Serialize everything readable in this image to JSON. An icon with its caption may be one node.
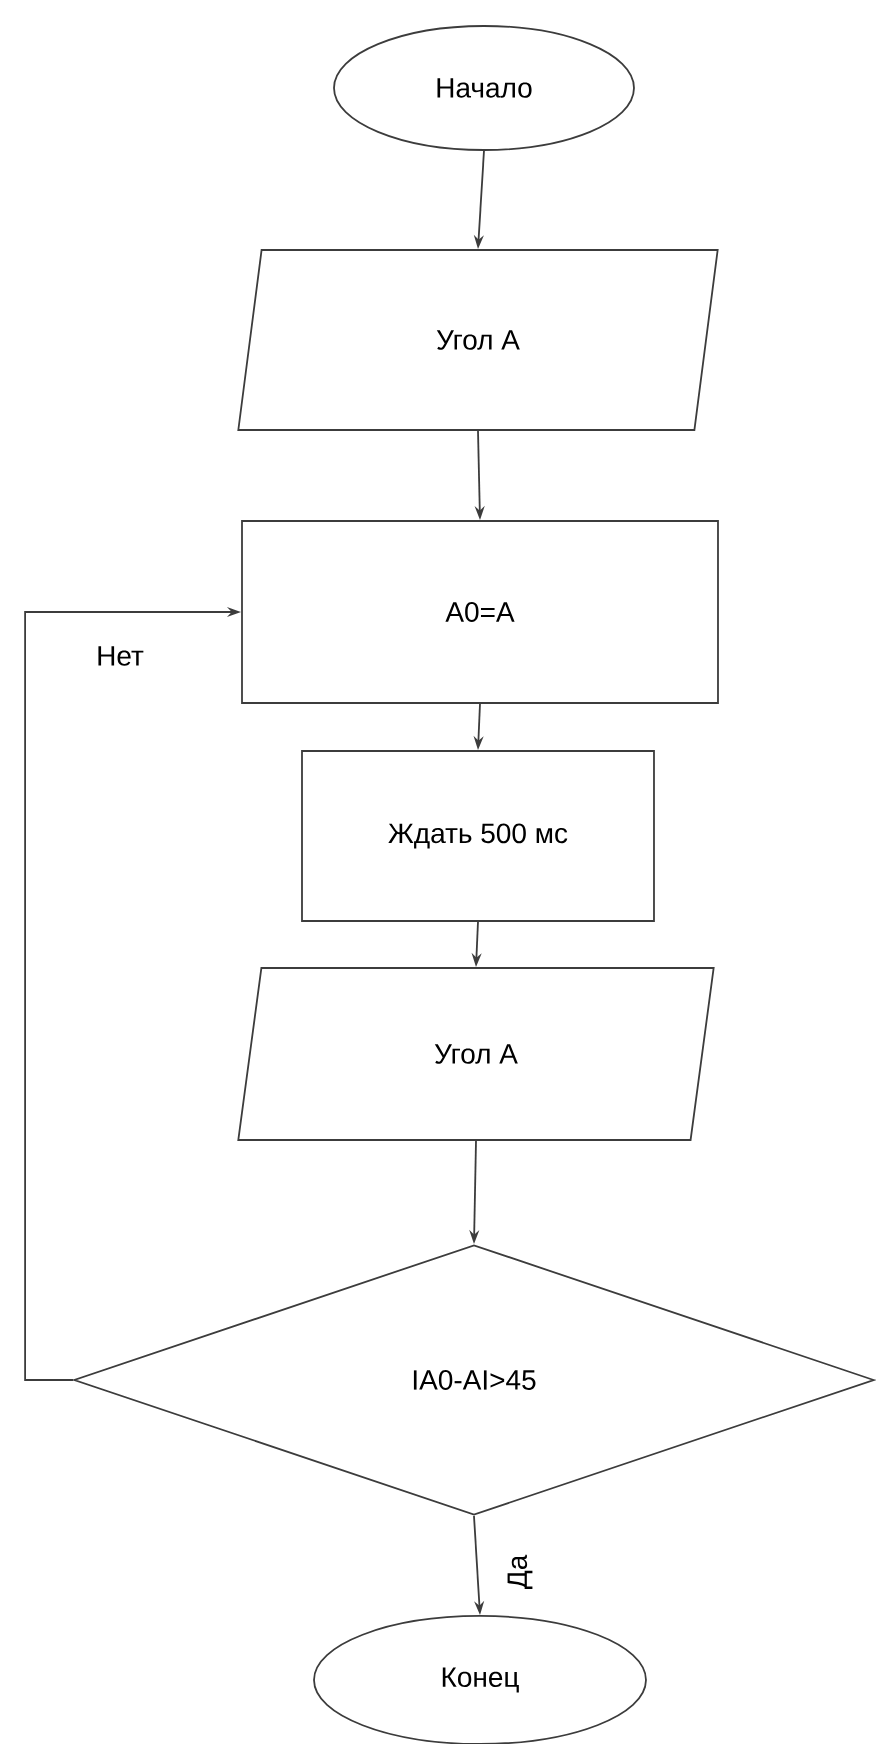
{
  "diagram": {
    "nodes": [
      {
        "text": [
          "Начало"
        ]
      },
      {
        "text": [
          "Угол А"
        ]
      },
      {
        "text": [
          "А0=А"
        ]
      },
      {
        "text": [
          "Ждать 500 мс"
        ]
      },
      {
        "text": [
          "Угол А"
        ]
      },
      {
        "text": [
          "IA0-AI>45"
        ]
      },
      {
        "text": [
          "Конец"
        ]
      }
    ],
    "edges": [
      {
        "from": 0,
        "to": 1,
        "arrow": "to"
      },
      {
        "from": 1,
        "to": 2,
        "arrow": "to"
      },
      {
        "from": 2,
        "to": 3,
        "arrow": "to"
      },
      {
        "from": 3,
        "to": 4,
        "arrow": "to"
      },
      {
        "from": 4,
        "to": 5,
        "arrow": "to"
      },
      {
        "from": 5,
        "to": 2,
        "arrow": "to",
        "label": "Нет"
      },
      {
        "from": 5,
        "to": 6,
        "arrow": "to",
        "label": "Да"
      }
    ]
  }
}
